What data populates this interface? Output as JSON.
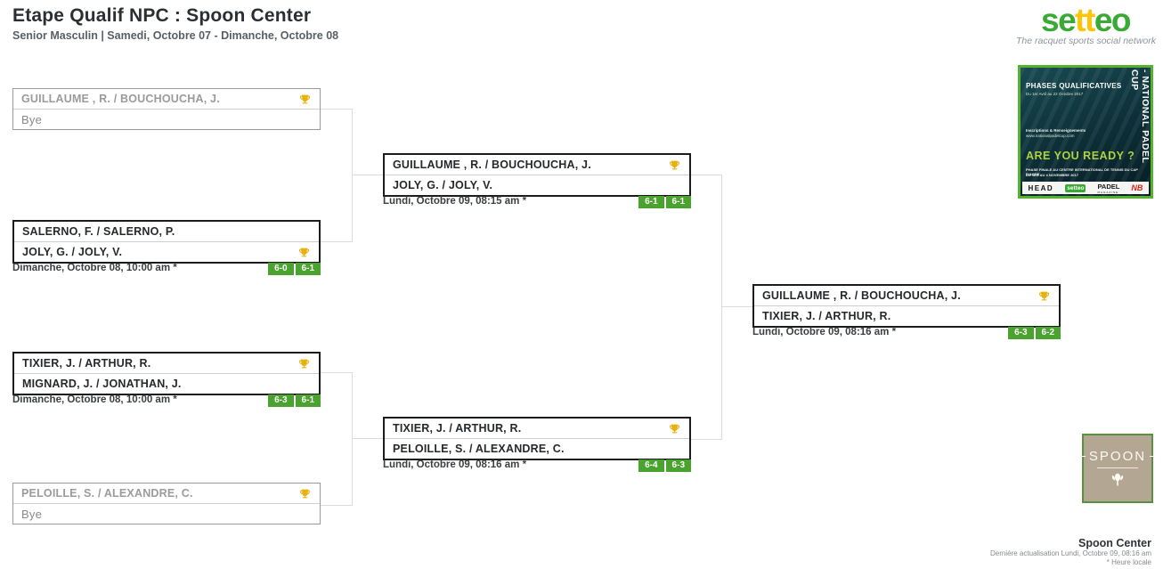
{
  "header": {
    "title": "Etape Qualif NPC : Spoon Center",
    "subtitle": "Senior Masculin | Samedi, Octobre 07 - Dimanche, Octobre 08"
  },
  "branding": {
    "logo_parts": [
      "se",
      "tt",
      "eo"
    ],
    "tagline": "The racquet sports social network",
    "colors": {
      "setteo_green": "#3aaa35",
      "setteo_yellow": "#fdc408",
      "score_badge_green": "#4aa32e",
      "trophy_gold": "#e9b10e",
      "connector_gray": "#dcdcdc"
    }
  },
  "poster": {
    "heading": "PHASES QUALIFICATIVES",
    "subheading": "Du 1er Avril au 22 Octobre 2017",
    "info_line1": "Inscriptions & Renseignements",
    "info_line2": "www.nationalpadelcup.com",
    "cta": "ARE YOU READY ?",
    "footer_line1": "PHASE FINALE AU CENTRE INTERNATIONAL DE TENNIS DU CAP D'AGDE",
    "footer_line2": "DU 1ER AU 4 NOVEMBRE 2017",
    "side_text": "- NATIONAL PADEL CUP",
    "sponsors": [
      "HEAD",
      "setteo",
      "PADEL",
      "MAGAZINE",
      "NB"
    ]
  },
  "bracket": {
    "matches": [
      {
        "round": 1,
        "team1": "GUILLAUME , R. / BOUCHOUCHA, J.",
        "team2": "Bye",
        "winner": 1,
        "bye": true
      },
      {
        "round": 1,
        "team1": "SALERNO, F. / SALERNO, P.",
        "team2": "JOLY, G. / JOLY, V.",
        "winner": 2,
        "date": "Dimanche, Octobre 08, 10:00 am *",
        "scores": [
          "6-0",
          "6-1"
        ]
      },
      {
        "round": 1,
        "team1": "TIXIER, J. / ARTHUR, R.",
        "team2": "MIGNARD, J. / JONATHAN, J.",
        "winner": 1,
        "date": "Dimanche, Octobre 08, 10:00 am *",
        "scores": [
          "6-3",
          "6-1"
        ]
      },
      {
        "round": 1,
        "team1": "PELOILLE, S. / ALEXANDRE, C.",
        "team2": "Bye",
        "winner": 1,
        "bye": true
      },
      {
        "round": 2,
        "team1": "GUILLAUME , R. / BOUCHOUCHA, J.",
        "team2": "JOLY, G. / JOLY, V.",
        "winner": 1,
        "date": "Lundi, Octobre 09, 08:15 am *",
        "scores": [
          "6-1",
          "6-1"
        ]
      },
      {
        "round": 2,
        "team1": "TIXIER, J. / ARTHUR, R.",
        "team2": "PELOILLE, S. / ALEXANDRE, C.",
        "winner": 1,
        "date": "Lundi, Octobre 09, 08:16 am *",
        "scores": [
          "6-4",
          "6-3"
        ]
      },
      {
        "round": 3,
        "team1": "GUILLAUME , R. / BOUCHOUCHA, J.",
        "team2": "TIXIER, J. / ARTHUR, R.",
        "winner": 1,
        "date": "Lundi, Octobre 09, 08:16 am *",
        "scores": [
          "6-3",
          "6-2"
        ]
      }
    ]
  },
  "spoon_logo": {
    "label": "SPOON"
  },
  "footer": {
    "club_name": "Spoon Center",
    "last_update": "Dernière actualisation Lundi, Octobre 09, 08:16 am",
    "local_time_note": "* Heure locale"
  }
}
